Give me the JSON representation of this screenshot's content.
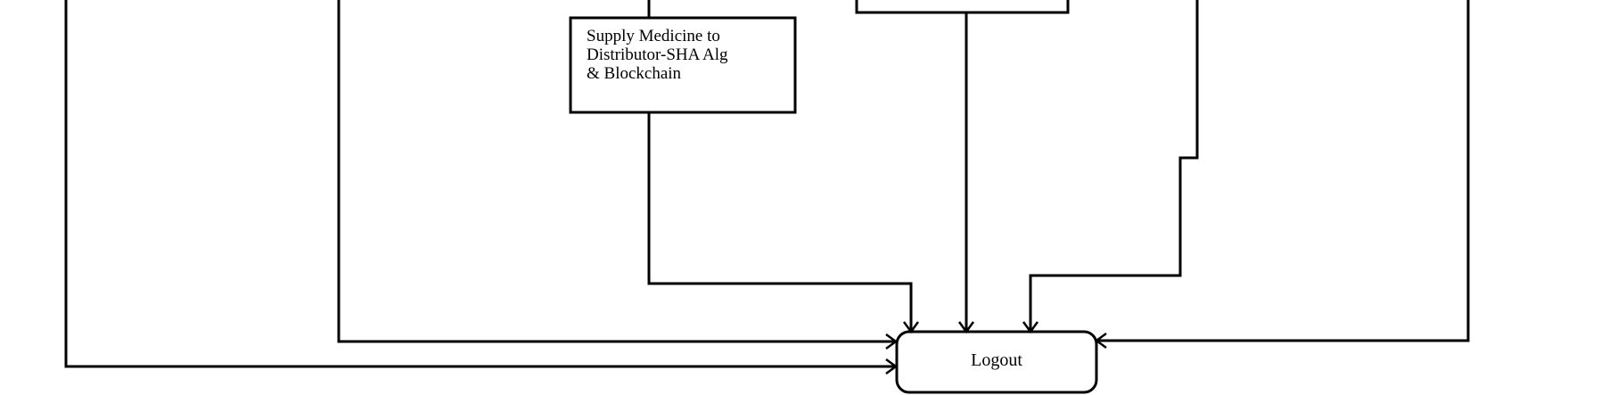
{
  "diagram": {
    "supply_box": {
      "lines": [
        "Supply Medicine to",
        "Distributor-SHA Alg",
        "& Blockchain"
      ]
    },
    "logout": {
      "label": "Logout"
    }
  }
}
